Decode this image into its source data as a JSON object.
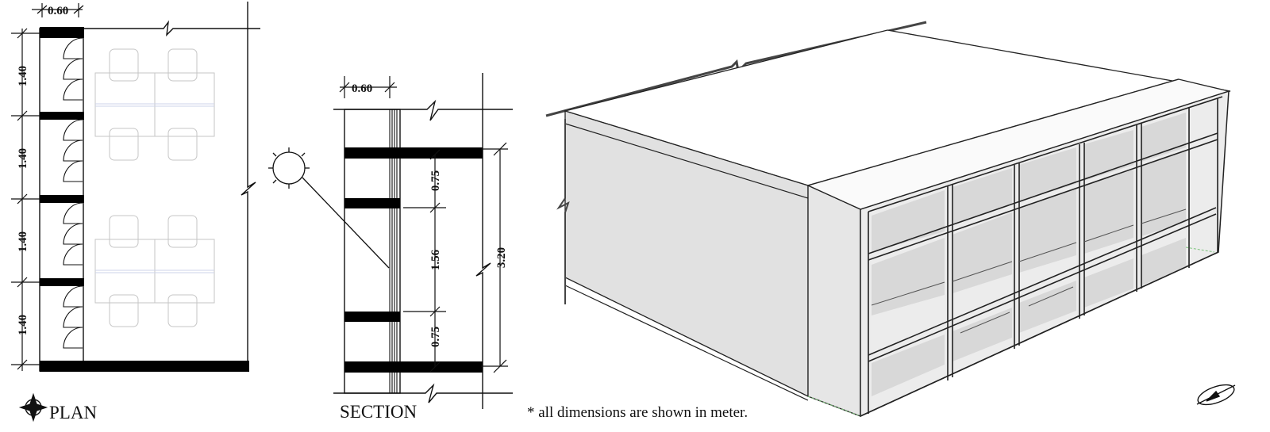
{
  "plan": {
    "title": "PLAN",
    "top_dimension": "0.60",
    "bay_dimensions": [
      "1.40",
      "1.40",
      "1.40",
      "1.40"
    ]
  },
  "section": {
    "title": "SECTION",
    "top_dimension": "0.60",
    "inner_dimensions": [
      "0.75",
      "1.56",
      "0.75"
    ],
    "total_height": "3.20"
  },
  "footnote": "* all dimensions are shown in meter."
}
